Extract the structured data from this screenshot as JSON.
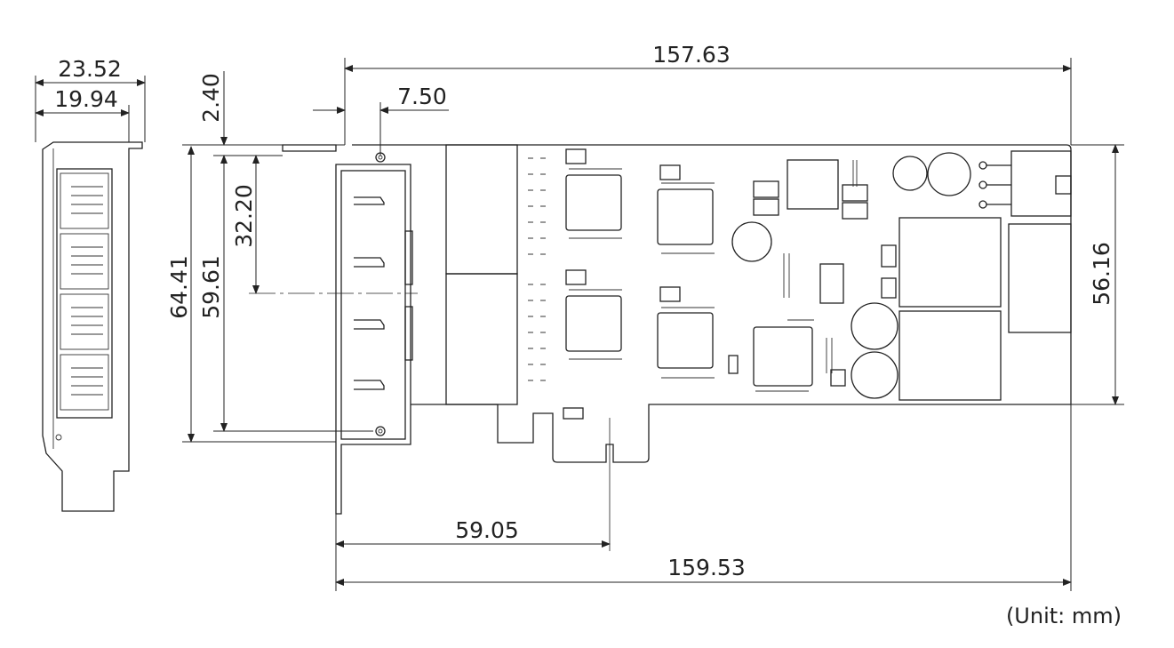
{
  "title": "PCIe quad-port network card mechanical drawing",
  "dimensions": {
    "bracket_overall_width": "23.52",
    "bracket_inner_width": "19.94",
    "board_length": "157.63",
    "bracket_offset": "7.50",
    "top_offset": "2.40",
    "port_center": "32.20",
    "bracket_height": "64.41",
    "port_span": "59.61",
    "board_height": "56.16",
    "edge_to_finger": "59.05",
    "overall_length": "159.53"
  },
  "unit_label": "(Unit: mm)"
}
